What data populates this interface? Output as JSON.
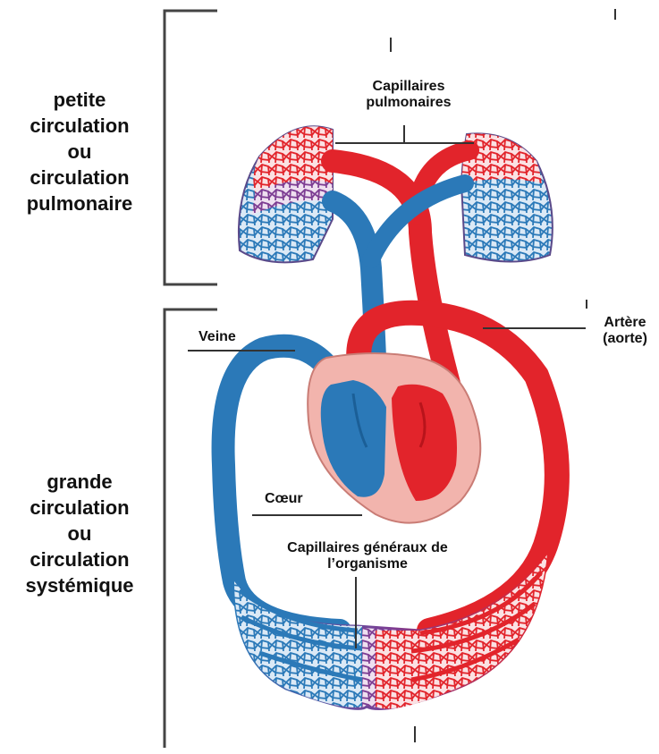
{
  "sections": {
    "pulmonary": [
      "petite",
      "circulation",
      "ou",
      "circulation",
      "pulmonaire"
    ],
    "systemic": [
      "grande",
      "circulation",
      "ou",
      "circulation",
      "systémique"
    ]
  },
  "labels": {
    "lung_capillaries": [
      "Capillaires",
      "pulmonaires"
    ],
    "vein": "Veine",
    "artery": [
      "Artère",
      "(aorte)"
    ],
    "heart": "Cœur",
    "body_capillaries": [
      "Capillaires généraux de",
      "l’organisme"
    ]
  },
  "colors": {
    "vein_blue": "#2b79b8",
    "artery_red": "#e2242b",
    "heart_pink": "#f2b4ad",
    "outline": "#444444"
  }
}
